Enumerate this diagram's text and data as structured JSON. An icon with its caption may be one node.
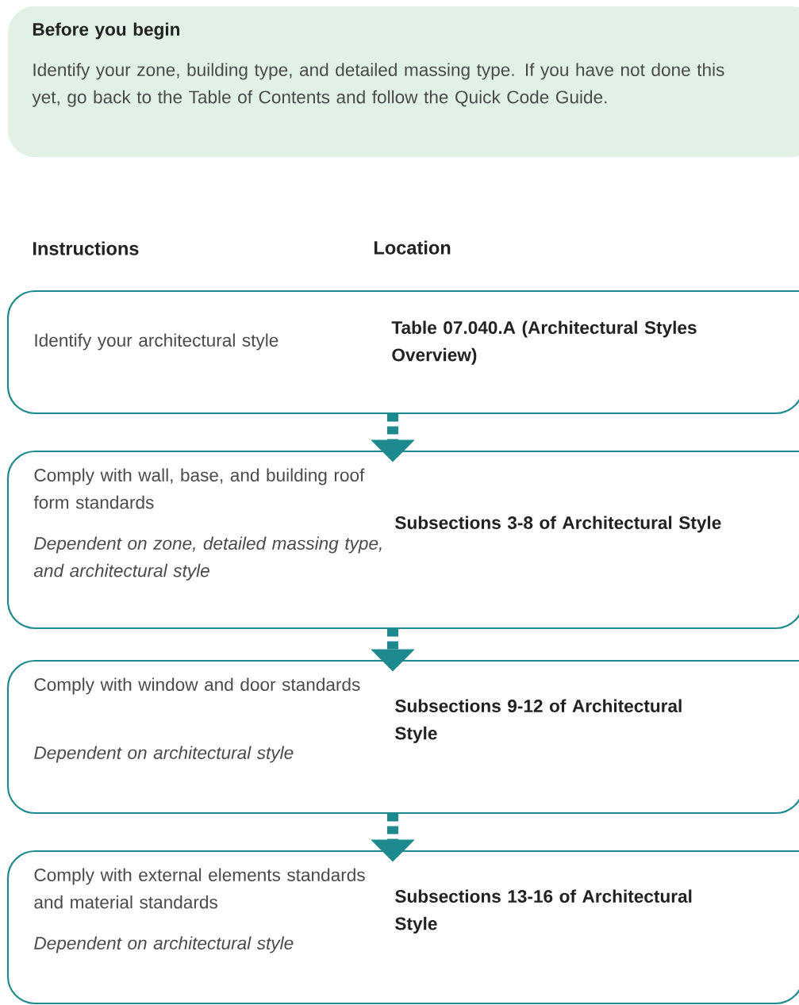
{
  "diagram": {
    "nodes": [
      {
        "text": [
          "Before you begin",
          "Identify your zone, building type, and detailed massing type. If you have not done this yet, go back to the Table of Contents and follow the Quick Code Guide."
        ]
      },
      {
        "text": [
          "Identify your architectural style",
          "Table 07.040.A (Architectural Styles Overview)"
        ]
      },
      {
        "text": [
          "Comply with wall, base, and building roof form standards",
          "Dependent on zone, detailed massing type, and architectural style",
          "Subsections 3-8 of Architectural Style"
        ]
      },
      {
        "text": [
          "Comply with window and door standards",
          "Dependent on architectural style",
          "Subsections 9-12 of Architectural Style"
        ]
      },
      {
        "text": [
          "Comply with external elements standards and material standards",
          "Dependent on architectural style",
          "Subsections 13-16 of Architectural Style"
        ]
      }
    ],
    "edges": [
      {
        "from": 1,
        "to": 2,
        "arrow": "to",
        "style": "dashed"
      },
      {
        "from": 2,
        "to": 3,
        "arrow": "to",
        "style": "dashed"
      },
      {
        "from": 3,
        "to": 4,
        "arrow": "to",
        "style": "dashed"
      }
    ],
    "labels": [
      "Instructions",
      "Location"
    ]
  }
}
